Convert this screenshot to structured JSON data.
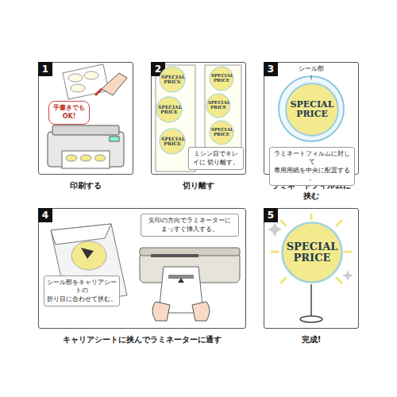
{
  "diagram": {
    "nodes": [
      {
        "text": [
          "1",
          "印刷する"
        ]
      },
      {
        "text": [
          "手書きでも OK!"
        ],
        "in": 0
      },
      {
        "text": [
          "2",
          "切り離す"
        ]
      },
      {
        "text": [
          "SPECIAL PRICE"
        ],
        "in": 2
      },
      {
        "text": [
          "SPECIAL PRICE"
        ],
        "in": 2
      },
      {
        "text": [
          "SPECIAL PRICE"
        ],
        "in": 2
      },
      {
        "text": [
          "SPECIAL PRICE"
        ],
        "in": 2
      },
      {
        "text": [
          "SPECIAL PRICE"
        ],
        "in": 2
      },
      {
        "text": [
          "SPECIAL PRICE"
        ],
        "in": 2
      },
      {
        "text": [
          "ミシン目でキレイに 切り離す。"
        ],
        "in": 2
      },
      {
        "text": [
          "3",
          "ラミネートフィルムに 挟む"
        ]
      },
      {
        "text": [
          "SPECIAL PRICE"
        ],
        "in": 10
      },
      {
        "text": [
          "ラミネートフィルムに対して 専用用紙を中央に配置する。"
        ],
        "in": 10
      },
      {
        "text": [
          "4",
          "キャリアシートに挟んでラミネーターに通す"
        ]
      },
      {
        "text": [
          "矢印の方向でラミネーターに まっすぐ挿入する。"
        ],
        "in": 13
      },
      {
        "text": [
          "シール部をキャリアシートの 折り目に合わせて挟む。"
        ],
        "in": 13
      },
      {
        "text": [
          "5",
          "完成!"
        ]
      },
      {
        "text": [
          "SPECIAL PRICE"
        ],
        "in": 16
      }
    ],
    "labels": [
      "シール部"
    ]
  }
}
